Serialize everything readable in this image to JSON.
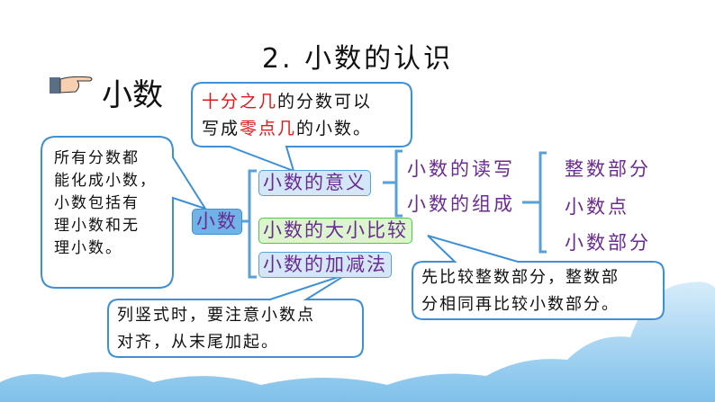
{
  "title": "2.  小数的认识",
  "section": "小数",
  "callout_top": {
    "red1": "十分之几",
    "rest1": "的分数可以",
    "start2": "写成",
    "red2": "零点几",
    "rest2": "的小数。"
  },
  "callout_left": [
    "所有分数都",
    "能化成小数，",
    "小数包括有",
    "理小数和无",
    "理小数。"
  ],
  "root": "小数",
  "nodes": [
    "小数的意义",
    "小数的大小比较",
    "小数的加减法"
  ],
  "meaning_children": [
    "小数的读写",
    "小数的组成"
  ],
  "composition_children": [
    "整数部分",
    "小数点",
    "小数部分"
  ],
  "callout_compare": [
    "先比较整数部分，整数部",
    "分相同再比较小数部分。"
  ],
  "callout_add": [
    "列竖式时，要注意小数点",
    "对齐，从末尾加起。"
  ],
  "colors": {
    "accent": "#5aa0d8",
    "purple": "#6a2c91",
    "red": "#e0171b",
    "green": "#4cc94c"
  }
}
